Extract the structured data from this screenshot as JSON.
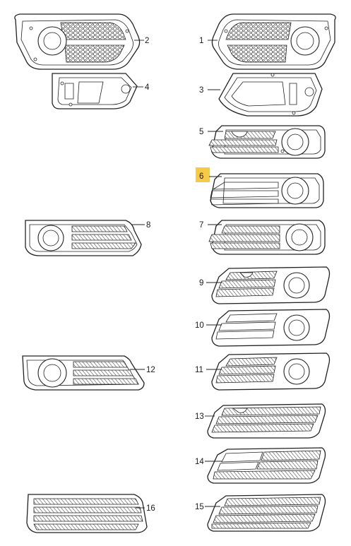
{
  "diagram": {
    "highlight_color": "#f7c948",
    "parts": [
      {
        "id": "2",
        "label": "2",
        "side": "left",
        "style": "honeycomb-fog"
      },
      {
        "id": "4",
        "label": "4",
        "side": "left",
        "style": "bracket"
      },
      {
        "id": "8",
        "label": "8",
        "side": "left",
        "style": "slats-fog"
      },
      {
        "id": "12",
        "label": "12",
        "side": "left",
        "style": "slats-fog"
      },
      {
        "id": "16",
        "label": "16",
        "side": "left",
        "style": "slats-only"
      },
      {
        "id": "1",
        "label": "1",
        "side": "right",
        "style": "honeycomb-fog"
      },
      {
        "id": "3",
        "label": "3",
        "side": "right",
        "style": "bracket"
      },
      {
        "id": "5",
        "label": "5",
        "side": "right",
        "style": "slats-fog"
      },
      {
        "id": "6",
        "label": "6",
        "side": "right",
        "style": "open-fog",
        "highlighted": true
      },
      {
        "id": "7",
        "label": "7",
        "side": "right",
        "style": "slats-fog"
      },
      {
        "id": "9",
        "label": "9",
        "side": "right",
        "style": "slats-fog"
      },
      {
        "id": "10",
        "label": "10",
        "side": "right",
        "style": "open-fog"
      },
      {
        "id": "11",
        "label": "11",
        "side": "right",
        "style": "slats-fog"
      },
      {
        "id": "13",
        "label": "13",
        "side": "right",
        "style": "slats-only"
      },
      {
        "id": "14",
        "label": "14",
        "side": "right",
        "style": "slats-only"
      },
      {
        "id": "15",
        "label": "15",
        "side": "right",
        "style": "slats-only"
      }
    ]
  }
}
